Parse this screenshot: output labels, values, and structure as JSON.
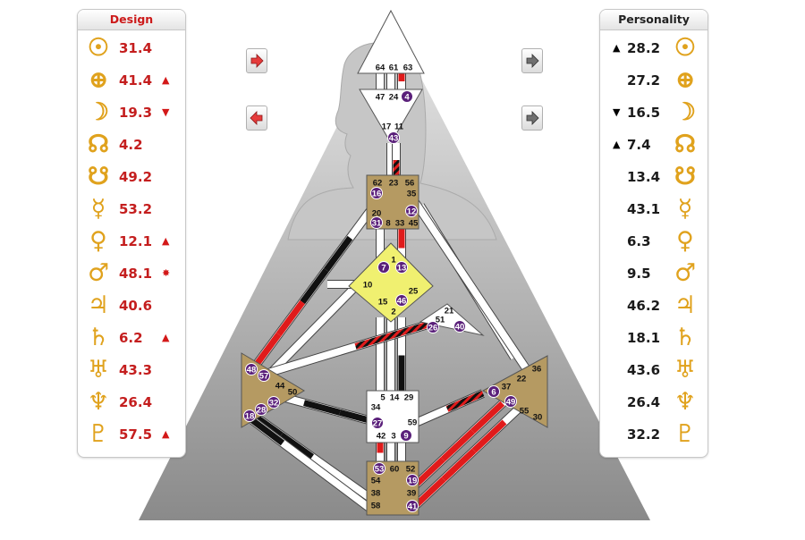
{
  "design": {
    "title": "Design",
    "rows": [
      {
        "glyph": "sun-icon",
        "symbol": "☉",
        "value": "31.4",
        "mark": ""
      },
      {
        "glyph": "earth-icon",
        "symbol": "⊕",
        "value": "41.4",
        "mark": "▲"
      },
      {
        "glyph": "moon-icon",
        "symbol": "☽",
        "value": "19.3",
        "mark": "▼"
      },
      {
        "glyph": "north-node-icon",
        "symbol": "☊",
        "value": "4.2",
        "mark": ""
      },
      {
        "glyph": "south-node-icon",
        "symbol": "☋",
        "value": "49.2",
        "mark": ""
      },
      {
        "glyph": "mercury-icon",
        "symbol": "☿",
        "value": "53.2",
        "mark": ""
      },
      {
        "glyph": "venus-icon",
        "symbol": "♀",
        "value": "12.1",
        "mark": "▲"
      },
      {
        "glyph": "mars-icon",
        "symbol": "♂",
        "value": "48.1",
        "mark": "✸"
      },
      {
        "glyph": "jupiter-icon",
        "symbol": "♃",
        "value": "40.6",
        "mark": ""
      },
      {
        "glyph": "saturn-icon",
        "symbol": "♄",
        "value": "6.2",
        "mark": "▲"
      },
      {
        "glyph": "uranus-icon",
        "symbol": "♅",
        "value": "43.3",
        "mark": ""
      },
      {
        "glyph": "neptune-icon",
        "symbol": "♆",
        "value": "26.4",
        "mark": ""
      },
      {
        "glyph": "pluto-icon",
        "symbol": "♇",
        "value": "57.5",
        "mark": "▲"
      }
    ]
  },
  "personality": {
    "title": "Personality",
    "rows": [
      {
        "glyph": "sun-icon",
        "symbol": "☉",
        "value": "28.2",
        "mark": "▲"
      },
      {
        "glyph": "earth-icon",
        "symbol": "⊕",
        "value": "27.2",
        "mark": ""
      },
      {
        "glyph": "moon-icon",
        "symbol": "☽",
        "value": "16.5",
        "mark": "▼"
      },
      {
        "glyph": "north-node-icon",
        "symbol": "☊",
        "value": "7.4",
        "mark": "▲"
      },
      {
        "glyph": "south-node-icon",
        "symbol": "☋",
        "value": "13.4",
        "mark": ""
      },
      {
        "glyph": "mercury-icon",
        "symbol": "☿",
        "value": "43.1",
        "mark": ""
      },
      {
        "glyph": "venus-icon",
        "symbol": "♀",
        "value": "6.3",
        "mark": ""
      },
      {
        "glyph": "mars-icon",
        "symbol": "♂",
        "value": "9.5",
        "mark": ""
      },
      {
        "glyph": "jupiter-icon",
        "symbol": "♃",
        "value": "46.2",
        "mark": ""
      },
      {
        "glyph": "saturn-icon",
        "symbol": "♄",
        "value": "18.1",
        "mark": ""
      },
      {
        "glyph": "uranus-icon",
        "symbol": "♅",
        "value": "43.6",
        "mark": ""
      },
      {
        "glyph": "neptune-icon",
        "symbol": "♆",
        "value": "26.4",
        "mark": ""
      },
      {
        "glyph": "pluto-icon",
        "symbol": "♇",
        "value": "32.2",
        "mark": ""
      }
    ]
  },
  "navigation": {
    "design_next": "arrow-right-icon",
    "design_prev": "arrow-left-icon",
    "personality_next": "arrow-right-icon",
    "personality_prev": "arrow-right-icon",
    "design_color": "#e63b3b",
    "personality_color": "#707070"
  },
  "colors": {
    "design": "#e01b1b",
    "personality": "#111111",
    "center_defined": "#b59a62",
    "g_center": "#f0f070",
    "open": "#ffffff",
    "silhouette": "#c2c2c2",
    "activation_circle": "#5a1f7a",
    "glyph": "#e0a21d"
  },
  "bodygraph": {
    "gates": [
      {
        "n": "64"
      },
      {
        "n": "61"
      },
      {
        "n": "63"
      },
      {
        "n": "47"
      },
      {
        "n": "24"
      },
      {
        "n": "4",
        "active": true
      },
      {
        "n": "17"
      },
      {
        "n": "11"
      },
      {
        "n": "43",
        "active": true
      },
      {
        "n": "62"
      },
      {
        "n": "23"
      },
      {
        "n": "56"
      },
      {
        "n": "16",
        "active": true
      },
      {
        "n": "35"
      },
      {
        "n": "20"
      },
      {
        "n": "12",
        "active": true
      },
      {
        "n": "31",
        "active": true
      },
      {
        "n": "8"
      },
      {
        "n": "33"
      },
      {
        "n": "45"
      },
      {
        "n": "1"
      },
      {
        "n": "7",
        "active": true
      },
      {
        "n": "13",
        "active": true
      },
      {
        "n": "10"
      },
      {
        "n": "25"
      },
      {
        "n": "15"
      },
      {
        "n": "46",
        "active": true
      },
      {
        "n": "2"
      },
      {
        "n": "21"
      },
      {
        "n": "51"
      },
      {
        "n": "26",
        "active": true
      },
      {
        "n": "40",
        "active": true
      },
      {
        "n": "48",
        "active": true
      },
      {
        "n": "57",
        "active": true
      },
      {
        "n": "44"
      },
      {
        "n": "50"
      },
      {
        "n": "32",
        "active": true
      },
      {
        "n": "28",
        "active": true
      },
      {
        "n": "18",
        "active": true
      },
      {
        "n": "36"
      },
      {
        "n": "22"
      },
      {
        "n": "37"
      },
      {
        "n": "6",
        "active": true
      },
      {
        "n": "49",
        "active": true
      },
      {
        "n": "55"
      },
      {
        "n": "30"
      },
      {
        "n": "5"
      },
      {
        "n": "14"
      },
      {
        "n": "29"
      },
      {
        "n": "34"
      },
      {
        "n": "27",
        "active": true
      },
      {
        "n": "59"
      },
      {
        "n": "42"
      },
      {
        "n": "3"
      },
      {
        "n": "9",
        "active": true
      },
      {
        "n": "53",
        "active": true
      },
      {
        "n": "60"
      },
      {
        "n": "52"
      },
      {
        "n": "54"
      },
      {
        "n": "19",
        "active": true
      },
      {
        "n": "38"
      },
      {
        "n": "39"
      },
      {
        "n": "58"
      },
      {
        "n": "41",
        "active": true
      }
    ]
  }
}
